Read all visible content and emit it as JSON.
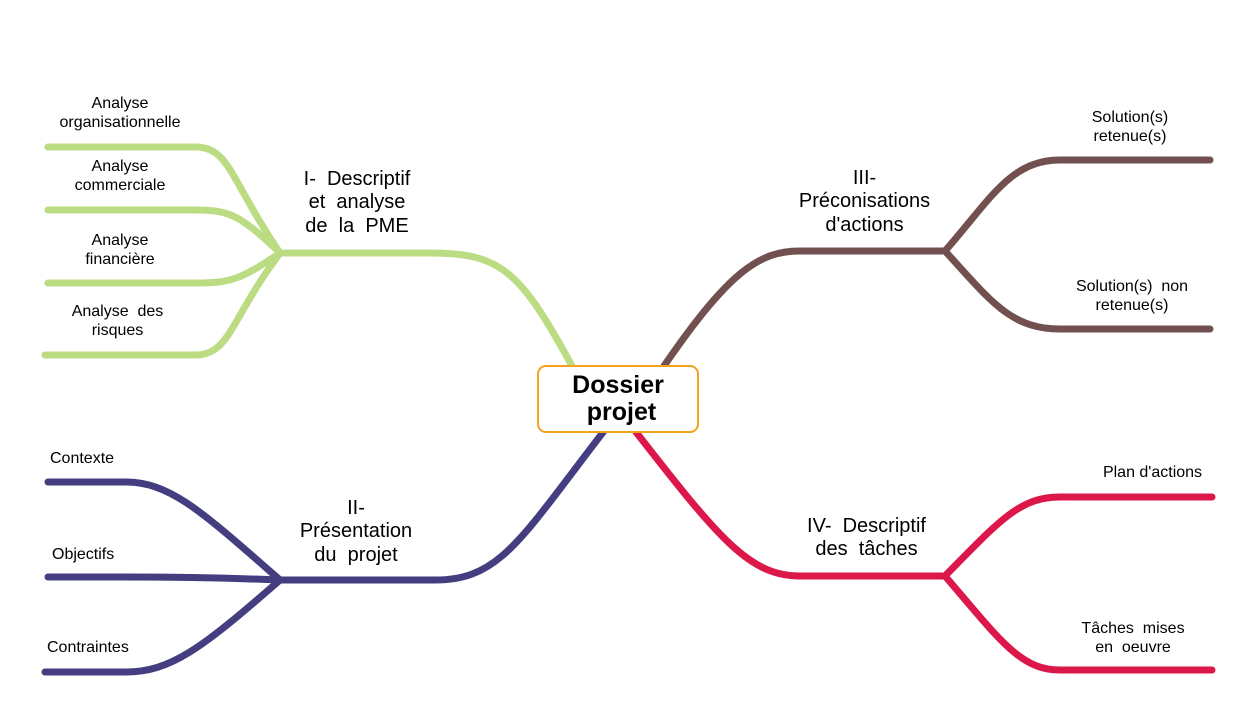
{
  "root": {
    "label": "Dossier\n projet",
    "border_color": "#f4a21e"
  },
  "branches": [
    {
      "label": "I-  Descriptif\net  analyse\nde  la  PME",
      "color": "#bcdc84",
      "leaves": [
        "Analyse\norganisationnelle",
        "Analyse\ncommerciale",
        "Analyse\nfinancière",
        "Analyse  des\nrisques"
      ]
    },
    {
      "label": "II-\nPrésentation\ndu  projet",
      "color": "#443e80",
      "leaves": [
        "Contexte",
        "Objectifs",
        "Contraintes"
      ]
    },
    {
      "label": "III-\nPréconisations\nd'actions",
      "color": "#735050",
      "leaves": [
        "Solution(s)\nretenue(s)",
        "Solution(s)  non\nretenue(s)"
      ]
    },
    {
      "label": "IV-  Descriptif\ndes  tâches",
      "color": "#dc174a",
      "leaves": [
        "Plan d'actions",
        "Tâches  mises\nen  oeuvre"
      ]
    }
  ]
}
